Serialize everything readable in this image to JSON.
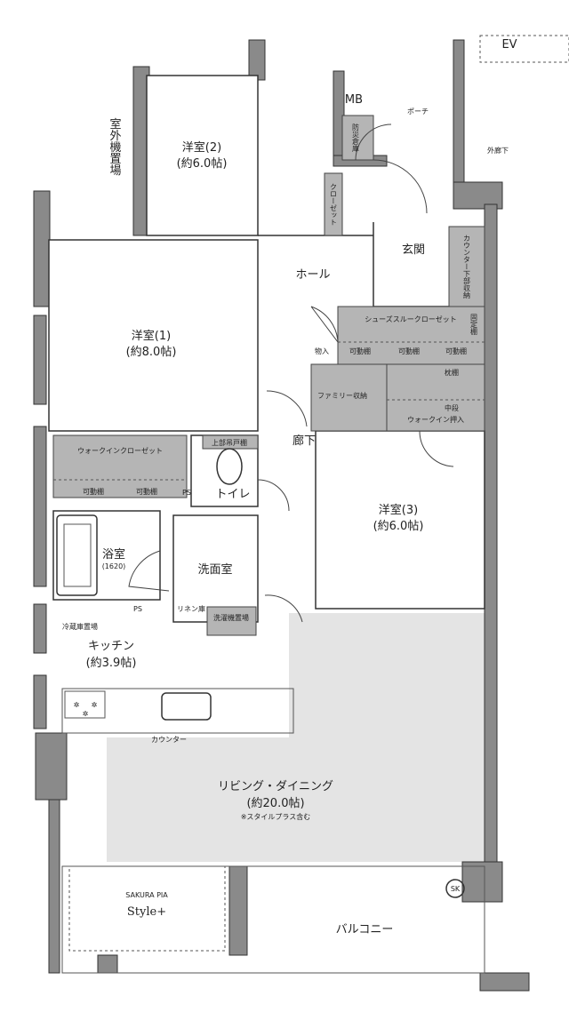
{
  "rooms": {
    "western2": {
      "name": "洋室(2)",
      "size": "(約6.0帖)"
    },
    "western1": {
      "name": "洋室(1)",
      "size": "(約8.0帖)"
    },
    "western3": {
      "name": "洋室(3)",
      "size": "(約6.0帖)"
    },
    "kitchen": {
      "name": "キッチン",
      "size": "(約3.9帖)"
    },
    "living": {
      "name": "リビング・ダイニング",
      "size": "(約20.0帖)",
      "note": "※スタイルプラス含む"
    },
    "bath": {
      "name": "浴室",
      "size": "(1620)"
    },
    "washroom": "洗面室",
    "toilet": "トイレ",
    "hall": "ホール",
    "corridor": "廊下",
    "entrance": "玄関",
    "porch": "ポーチ",
    "balcony": "バルコニー"
  },
  "labels": {
    "outdoor_unit": "室外機置場",
    "mb": "MB",
    "disaster_storage": "防災倉庫",
    "outer_corridor": "外廊下",
    "ev": "EV",
    "closet": "クローゼット",
    "counter_storage": "カウンター下部収納",
    "shoes_closet": "シューズスルークローゼット",
    "fixed_shelf": "固定棚",
    "movable_shelf": "可動棚",
    "storage": "物入",
    "family_storage": "ファミリー収納",
    "pillow_shelf": "枕棚",
    "middle_shelf": "中段",
    "walkin_oshiire": "ウォークイン押入",
    "walkin_closet": "ウォークインクローゼット",
    "upper_cabinet": "上部吊戸棚",
    "ps": "PS",
    "linen": "リネン庫",
    "washer": "洗濯機置場",
    "fridge": "冷蔵庫置場",
    "counter": "カウンター",
    "style_plus_brand": "SAKURA PIA",
    "style_plus": "Style+",
    "sk": "SK"
  }
}
